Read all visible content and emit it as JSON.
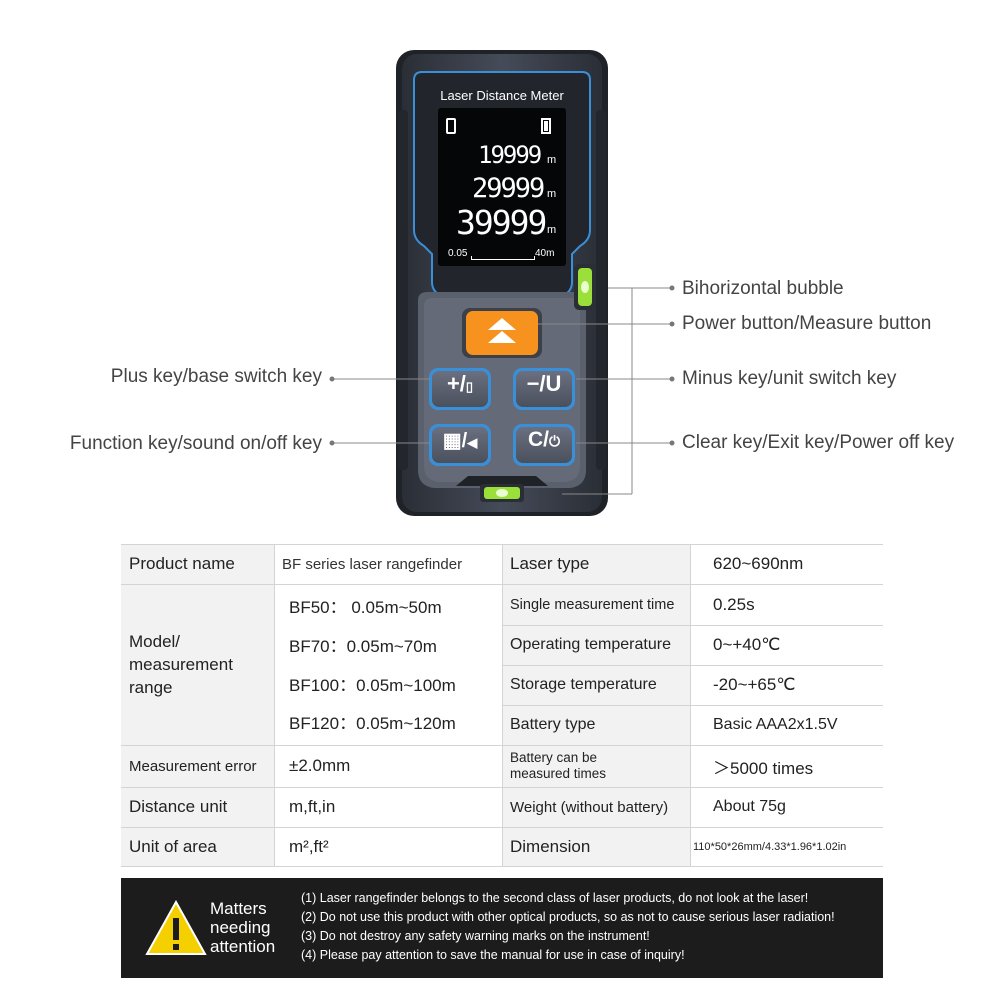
{
  "device": {
    "title": "Laser Distance Meter",
    "readings": [
      {
        "value": "19999",
        "unit": "m"
      },
      {
        "value": "29999",
        "unit": "m"
      },
      {
        "value": "39999",
        "unit": "m"
      }
    ],
    "scale_min": "0.05",
    "scale_max": "40m",
    "keys": {
      "plus": "+/",
      "minus": "−/U",
      "function": "/",
      "clear": "C/"
    }
  },
  "callouts": {
    "bubble": "Bihorizontal bubble",
    "power": "Power button/Measure button",
    "minus": "Minus key/unit switch key",
    "clear": "Clear key/Exit key/Power off key",
    "plus": "Plus key/base switch key",
    "function": "Function key/sound on/off key"
  },
  "specs": {
    "left": {
      "product_name_label": "Product name",
      "product_name_value": "BF series laser rangefinder",
      "model_label": "Model/\nmeasurement\nrange",
      "models": [
        "BF50： 0.05m~50m",
        "BF70：0.05m~70m",
        "BF100：0.05m~100m",
        "BF120：0.05m~120m"
      ],
      "error_label": "Measurement error",
      "error_value": "±2.0mm",
      "unit_label": "Distance unit",
      "unit_value": "m,ft,in",
      "area_label": "Unit of area",
      "area_value": "m²,ft²"
    },
    "right": [
      {
        "label": "Laser type",
        "value": "620~690nm"
      },
      {
        "label": "Single measurement time",
        "value": "0.25s"
      },
      {
        "label": "Operating temperature",
        "value": "0~+40℃"
      },
      {
        "label": "Storage temperature",
        "value": "-20~+65℃"
      },
      {
        "label": "Battery type",
        "value": "Basic AAA2x1.5V"
      },
      {
        "label": "Battery can be\nmeasured times",
        "value": "＞5000 times"
      },
      {
        "label": "Weight (without battery)",
        "value": "About 75g"
      },
      {
        "label": "Dimension",
        "value": "110*50*26mm/4.33*1.96*1.02in"
      }
    ]
  },
  "warning": {
    "title": "Matters\nneeding\nattention",
    "items": [
      "(1) Laser rangefinder belongs to the second class of laser products, do not look at the laser!",
      "(2) Do not use this product with other optical products, so as not to cause serious laser radiation!",
      "(3) Do not destroy any safety warning marks on the instrument!",
      "(4) Please pay attention to save the manual for use in case of inquiry!"
    ]
  },
  "colors": {
    "accent_orange": "#f7921e",
    "accent_blue": "#3a8fd9",
    "bubble_green": "#9be03a",
    "device_body": "#3d4350",
    "warning_bg": "#1c1c1c",
    "warning_yellow": "#f5d000"
  }
}
